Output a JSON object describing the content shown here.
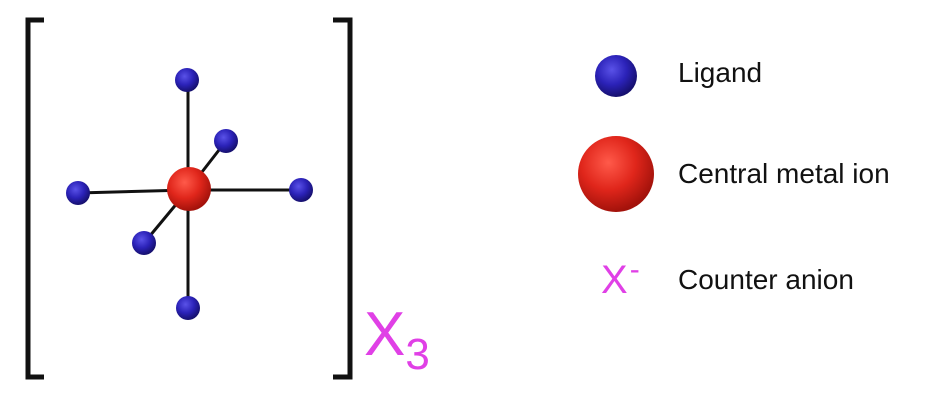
{
  "complex": {
    "subscript_symbol": "X",
    "subscript_count": "3"
  },
  "legend": {
    "ligand_label": "Ligand",
    "metal_label": "Central metal ion",
    "anion_symbol": "X",
    "anion_charge": "-",
    "anion_label": "Counter anion"
  },
  "colors": {
    "ligand": "#2b22b8",
    "metal": "#e0261b",
    "anion": "#e040e6",
    "bond": "#111111",
    "bracket": "#111111"
  }
}
